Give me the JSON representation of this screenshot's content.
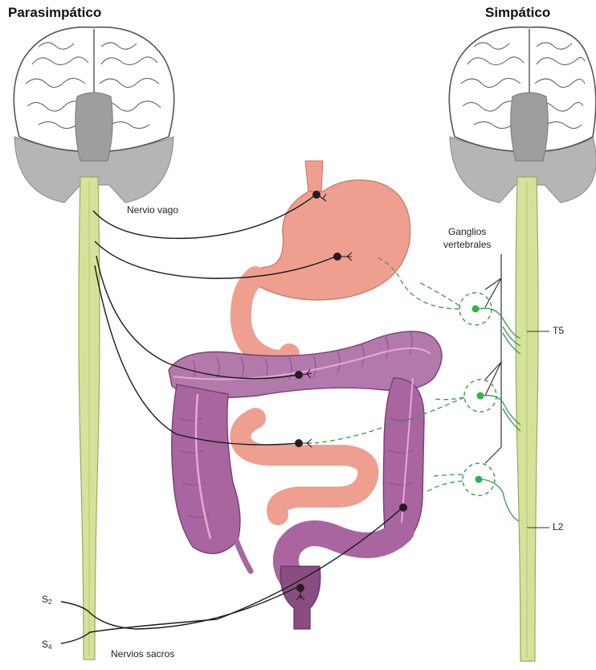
{
  "titles": {
    "left": "Parasimpático",
    "right": "Simpático"
  },
  "labels": {
    "vagus": "Nervio vago",
    "ganglia_line1": "Ganglios",
    "ganglia_line2": "vertebrales",
    "t5": "T5",
    "l2": "L2",
    "s2_letter": "S",
    "s2_sub": "2",
    "s4_letter": "S",
    "s4_sub": "4",
    "sacral": "Nervios sacros"
  },
  "colors": {
    "spinal_cord": "#d4e29a",
    "brainstem": "#9e9e9e",
    "stomach": "#ee9f90",
    "colon": "#a865a0",
    "colon_dark": "#7d3f74",
    "parasympathetic_nerve": "#1a1a1a",
    "sympathetic_nerve": "#3c9a4c",
    "ganglion": "#2fb24a"
  }
}
